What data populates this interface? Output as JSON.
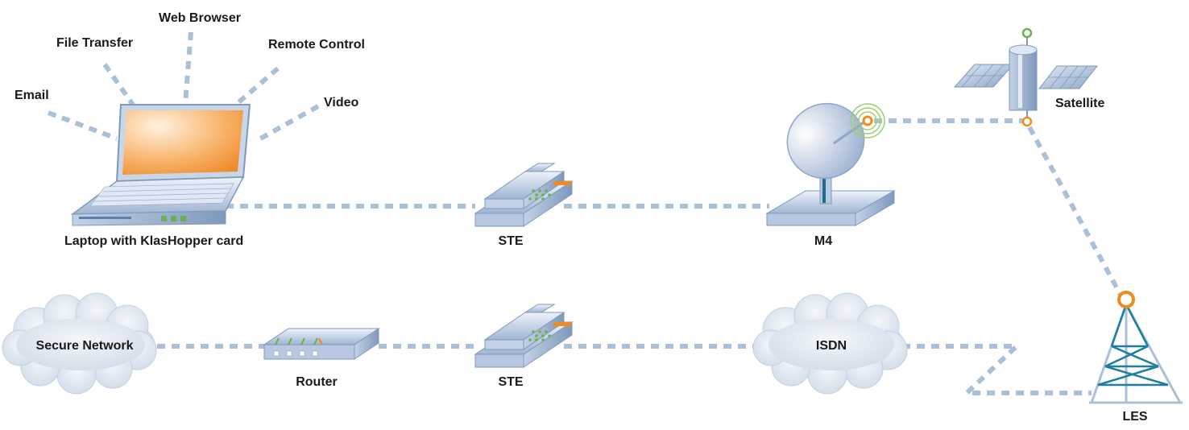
{
  "labels": {
    "email": "Email",
    "file_transfer": "File Transfer",
    "web_browser": "Web Browser",
    "remote_control": "Remote Control",
    "video": "Video",
    "laptop": "Laptop with KlasHopper card",
    "ste_top": "STE",
    "m4": "M4",
    "satellite": "Satellite",
    "secure_network": "Secure Network",
    "router": "Router",
    "ste_bottom": "STE",
    "isdn": "ISDN",
    "les": "LES"
  },
  "colors": {
    "link": "#a9c0d6",
    "device": "#b8c8e0",
    "accent": "#f08c1e",
    "status_green": "#6ab04c",
    "screen": "#f6a85a",
    "cloud": "#e3e9f2"
  },
  "icons": {
    "laptop": "laptop-icon",
    "ste": "secure-phone-icon",
    "m4": "satellite-dish-icon",
    "satellite": "satellite-icon",
    "router": "router-icon",
    "les": "antenna-tower-icon",
    "cloud": "cloud-icon"
  }
}
